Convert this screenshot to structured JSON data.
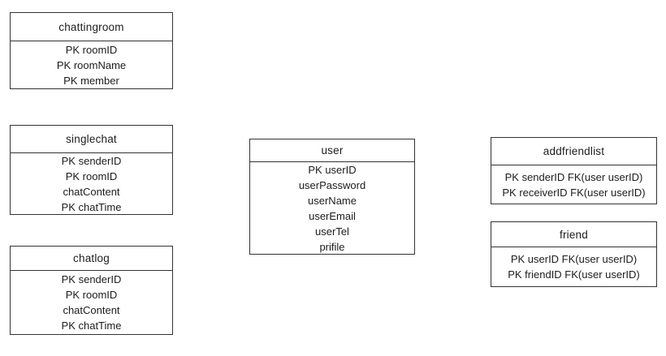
{
  "diagram": {
    "kind": "entity-relationship-diagram",
    "colors": {
      "background": "#ffffff",
      "border": "#333333",
      "text": "#1c1c1c"
    },
    "tables": [
      {
        "name": "chattingroom",
        "rows": [
          "PK roomID",
          "PK roomName",
          "PK member"
        ]
      },
      {
        "name": "singlechat",
        "rows": [
          "PK senderID",
          "PK roomID",
          "chatContent",
          "PK chatTime"
        ]
      },
      {
        "name": "chatlog",
        "rows": [
          "PK senderID",
          "PK roomID",
          "chatContent",
          "PK chatTime"
        ]
      },
      {
        "name": "user",
        "rows": [
          "PK userID",
          "userPassword",
          "userName",
          "userEmail",
          "userTel",
          "prifile"
        ]
      },
      {
        "name": "addfriendlist",
        "rows": [
          "PK senderID FK(user userID)",
          "PK receiverID FK(user userID)"
        ]
      },
      {
        "name": "friend",
        "rows": [
          "PK userID FK(user userID)",
          "PK friendID FK(user userID)"
        ]
      }
    ]
  }
}
